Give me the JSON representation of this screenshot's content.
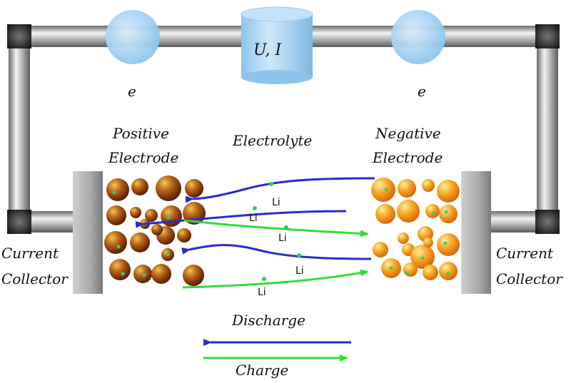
{
  "meter_label": "U, I",
  "electron_label": "e",
  "positive_electrode": {
    "line1": "Positive",
    "line2": "Electrode"
  },
  "negative_electrode": {
    "line1": "Negative",
    "line2": "Electrode"
  },
  "electrolyte_label": "Electrolyte",
  "current_collector": {
    "line1": "Current",
    "line2": "Collector"
  },
  "ion_label": "Li",
  "discharge_label": "Discharge",
  "charge_label": "Charge",
  "colors": {
    "discharge_arrow": "#2a2ad0",
    "charge_arrow": "#33dd33",
    "pipe": "#b8b8b8",
    "meter": "#9fd0f2",
    "positive_particle": "#8b3a0e",
    "negative_particle": "#f29a1a",
    "collector": "#a8a8a8",
    "li_dot": "#33cc66"
  }
}
